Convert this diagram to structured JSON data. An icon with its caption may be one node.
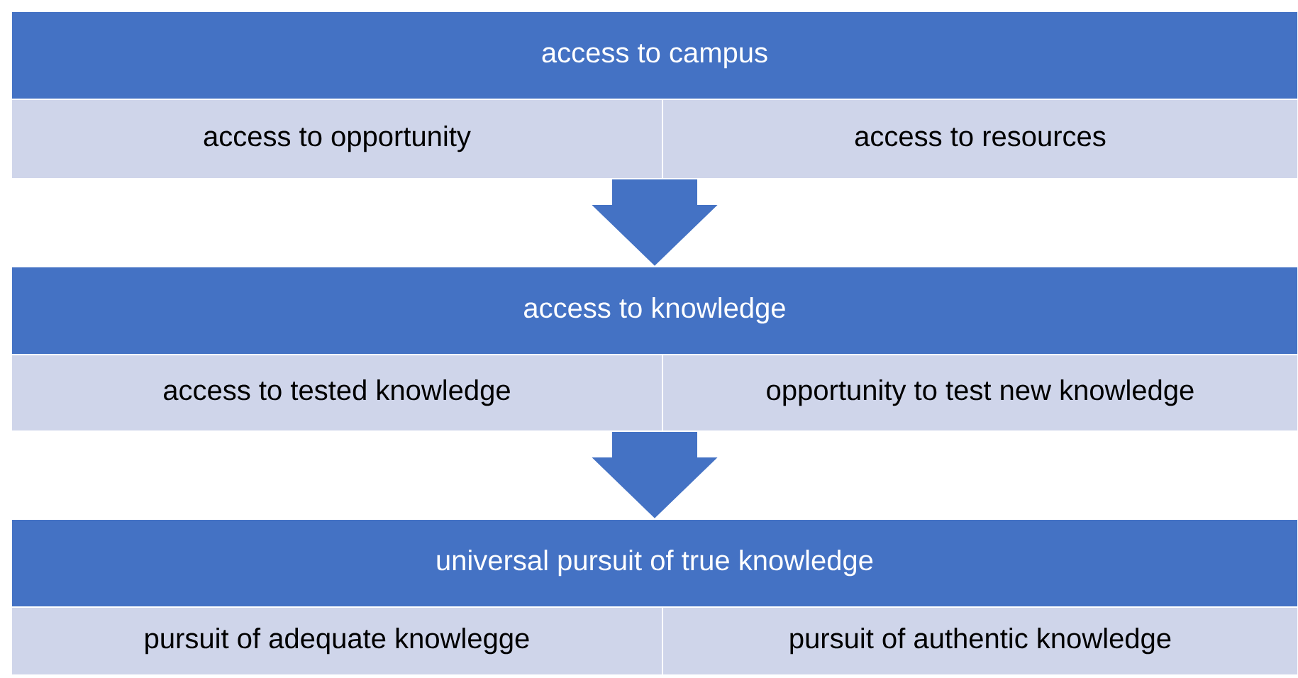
{
  "diagram": {
    "nodes": [
      {
        "text": [
          "access to campus"
        ]
      },
      {
        "text": [
          "access to opportunity"
        ]
      },
      {
        "text": [
          "access to resources"
        ]
      },
      {
        "text": [
          "access to knowledge"
        ]
      },
      {
        "text": [
          "access to tested knowledge"
        ]
      },
      {
        "text": [
          "opportunity to test new knowledge"
        ]
      },
      {
        "text": [
          "universal pursuit of true knowledge"
        ]
      },
      {
        "text": [
          "pursuit of adequate knowlegge"
        ]
      },
      {
        "text": [
          "pursuit of authentic knowledge"
        ]
      }
    ],
    "edges": [
      {
        "from": 1,
        "to": 3,
        "arrow": "to"
      },
      {
        "from": 2,
        "to": 3,
        "arrow": "to"
      },
      {
        "from": 4,
        "to": 6,
        "arrow": "to"
      },
      {
        "from": 5,
        "to": 6,
        "arrow": "to"
      }
    ]
  }
}
